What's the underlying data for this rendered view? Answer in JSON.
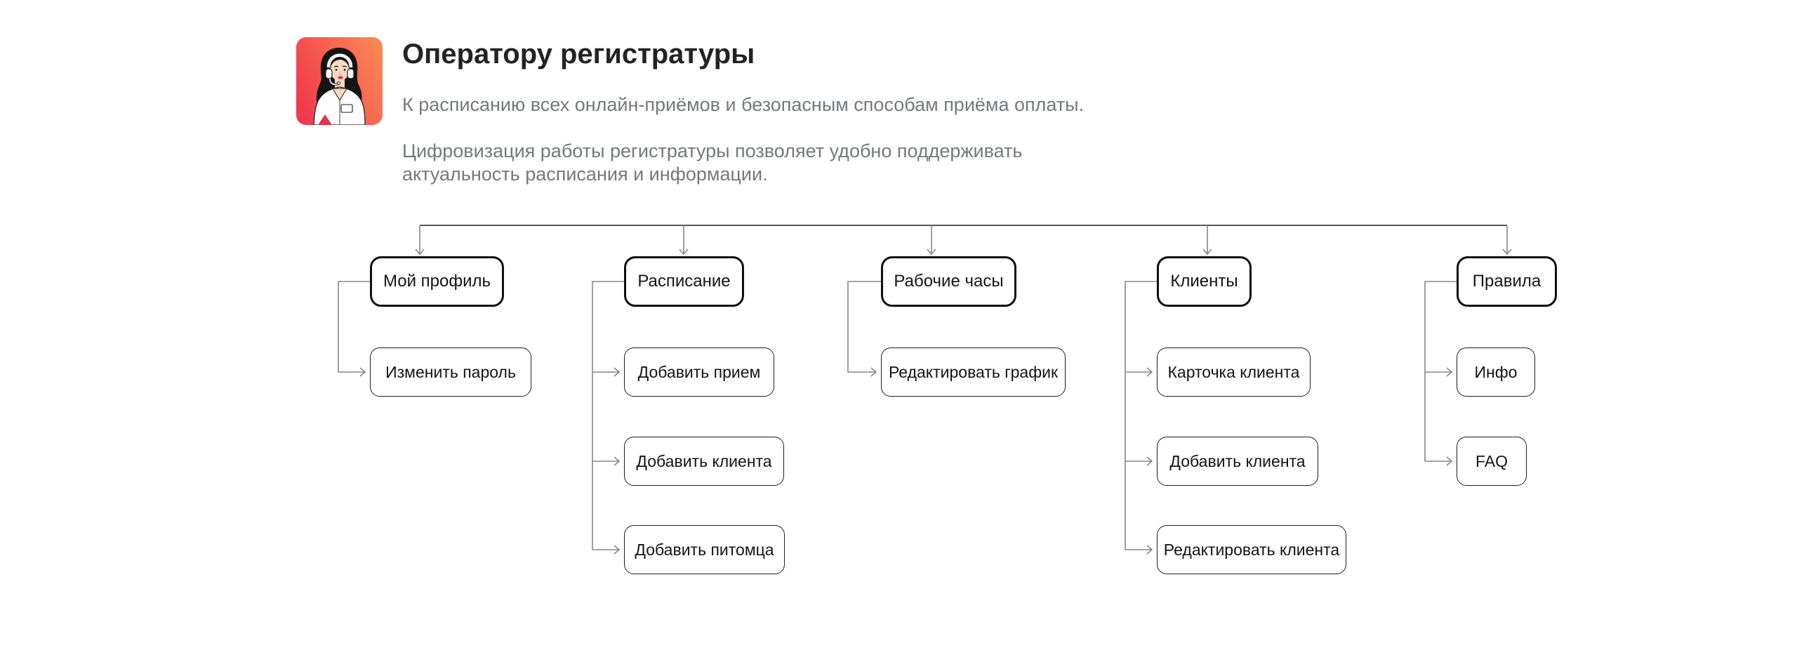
{
  "header": {
    "title": "Оператору регистратуры",
    "subtitle": "К расписанию всех онлайн-приёмов и безопасным способам приёма оплаты.",
    "description_lines": [
      "Цифровизация работы регистратуры позволяет удобно поддерживать",
      "актуальность расписания и информации."
    ],
    "avatar_icon": "operator-woman-headset-illustration"
  },
  "colors": {
    "avatar_gradient_start": "#F13A4D",
    "avatar_gradient_end": "#FB8554",
    "node_border": "#0F0F0F",
    "spine_line": "#1F1F1F",
    "connector_line": "#878787",
    "muted_text": "#75787C",
    "lips_red": "#E8273F"
  },
  "tree": {
    "columns": [
      {
        "parent": {
          "label": "Мой профиль"
        },
        "children": [
          {
            "label": "Изменить пароль"
          }
        ]
      },
      {
        "parent": {
          "label": "Расписание"
        },
        "children": [
          {
            "label": "Добавить прием"
          },
          {
            "label": "Добавить клиента"
          },
          {
            "label": "Добавить питомца"
          }
        ]
      },
      {
        "parent": {
          "label": "Рабочие часы"
        },
        "children": [
          {
            "label": "Редактировать график"
          }
        ]
      },
      {
        "parent": {
          "label": "Клиенты"
        },
        "children": [
          {
            "label": "Карточка клиента"
          },
          {
            "label": "Добавить клиента"
          },
          {
            "label": "Редактировать клиента"
          }
        ]
      },
      {
        "parent": {
          "label": "Правила"
        },
        "children": [
          {
            "label": "Инфо"
          },
          {
            "label": "FAQ"
          }
        ]
      }
    ]
  }
}
